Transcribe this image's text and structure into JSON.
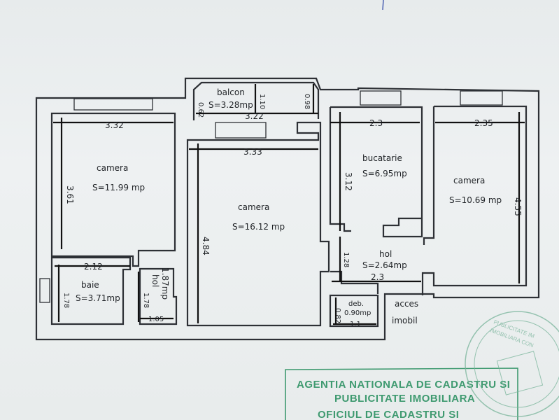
{
  "plan": {
    "rooms": [
      {
        "id": "camera-1",
        "name": "camera",
        "area": "S=11.99 mp"
      },
      {
        "id": "balcon",
        "name": "balcon",
        "area": "S=3.28mp"
      },
      {
        "id": "camera-2",
        "name": "camera",
        "area": "S=16.12 mp"
      },
      {
        "id": "bucatarie",
        "name": "bucatarie",
        "area": "S=6.95mp"
      },
      {
        "id": "camera-3",
        "name": "camera",
        "area": "S=10.69 mp"
      },
      {
        "id": "baie",
        "name": "baie",
        "area": "S=3.71mp"
      },
      {
        "id": "hol-1",
        "name": "hol",
        "area": "1.87mp"
      },
      {
        "id": "hol-2",
        "name": "hol",
        "area": "S=2.64mp"
      },
      {
        "id": "deb",
        "name": "deb.",
        "area": "0.90mp"
      }
    ],
    "dimensions": {
      "d332": "3.32",
      "d361": "3.61",
      "d333": "3.33",
      "d484": "4.84",
      "d23a": "2.3",
      "d312": "3.12",
      "d235": "2.35",
      "d455": "4.55",
      "d212": "2.12",
      "d178a": "1.78",
      "d178b": "1.78",
      "d105": "1.05",
      "d062": "0.62",
      "d110": "1.10",
      "d322": "3.22",
      "d098": "0.98",
      "d128": "1.28",
      "d23b": "2.3",
      "d082": "0.82",
      "d11": "1.1"
    },
    "access": {
      "line1": "acces",
      "line2": "imobil"
    }
  },
  "stamp": {
    "line1": "AGENTIA NATIONALA DE CADASTRU SI",
    "line2": "PUBLICITATE IMOBILIARA",
    "line3": "OFICIUL DE CADASTRU SI",
    "seal_top": "PUBLICITATE IM",
    "seal_mid": "IMOBILIARA CON"
  },
  "colors": {
    "ink": "#2d3035",
    "stamp": "#3f9a70",
    "paper": "#e9eef0"
  }
}
